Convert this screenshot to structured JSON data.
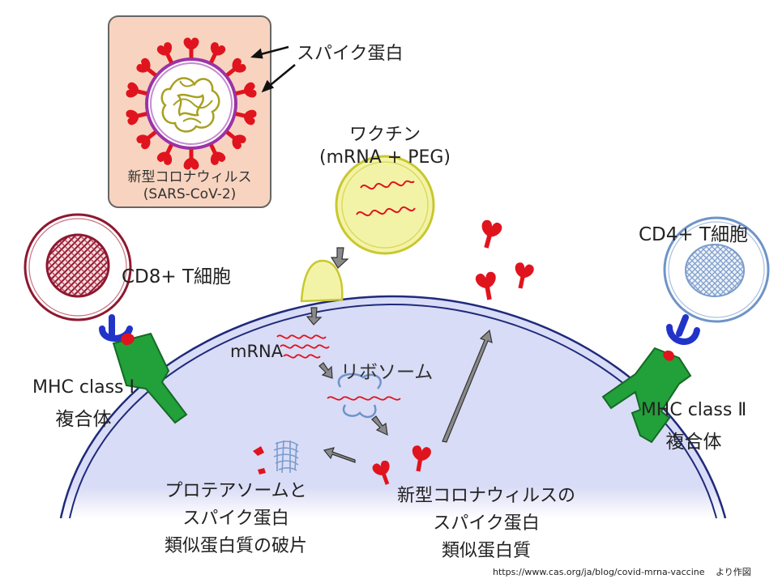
{
  "inset": {
    "spike_label": "スパイク蛋白",
    "virus_name": "新型コロナウィルス",
    "virus_code": "(SARS-CoV-2)"
  },
  "vaccine": {
    "title": "ワクチン",
    "formula": "(mRNA + PEG)"
  },
  "cd8": {
    "label": "CD8+ T細胞"
  },
  "cd4": {
    "label": "CD4+ T細胞"
  },
  "mhc1": {
    "line1": "MHC class Ⅰ",
    "line2": "複合体"
  },
  "mhc2": {
    "line1": "MHC class Ⅱ",
    "line2": "複合体"
  },
  "cell": {
    "mrna": "mRNA",
    "ribosome": "リボソーム",
    "proteasome": [
      "プロテアソームと",
      "スパイク蛋白",
      "類似蛋白質の破片"
    ],
    "spike_like": [
      "新型コロナウィルスの",
      "スパイク蛋白",
      "類似蛋白質"
    ]
  },
  "source": {
    "url": "https://www.cas.org/ja/blog/covid-mrna-vaccine",
    "note": "より作図"
  },
  "colors": {
    "cell_fill": "#d9dcf6",
    "membrane": "#1f2a7a",
    "spike_red": "#e0141e",
    "inset_bg": "#f8d4c0",
    "mhc_green": "#22a03a",
    "tcr_blue": "#2233c8",
    "vaccine_yellow": "#f3f3a8"
  }
}
